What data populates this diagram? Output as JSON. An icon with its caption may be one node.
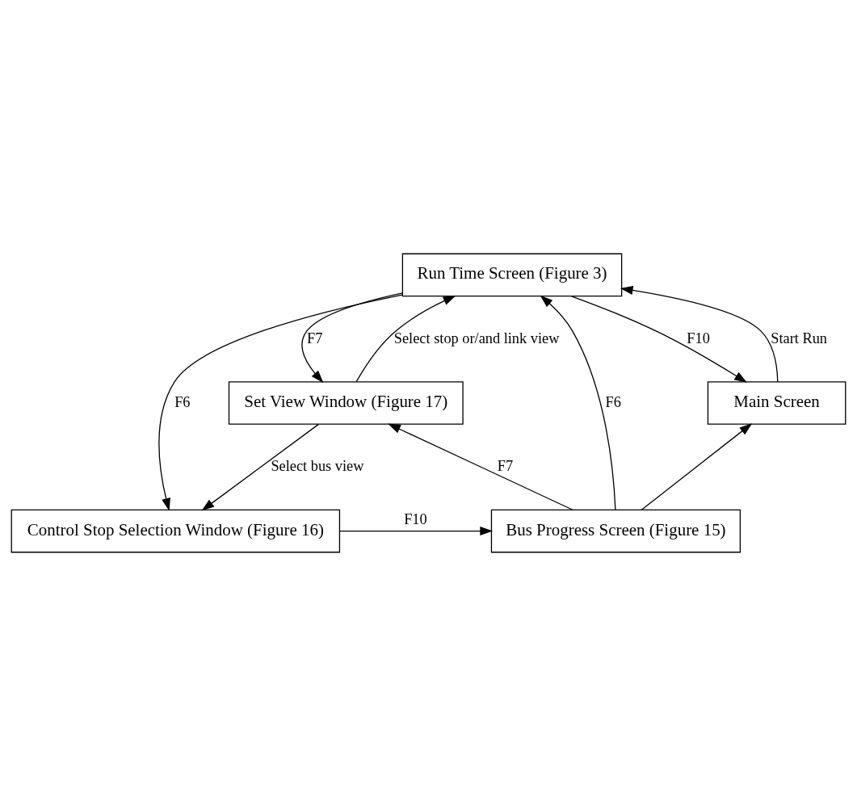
{
  "diagram": {
    "nodes": [
      {
        "text": [
          "Run Time Screen (Figure 3)"
        ]
      },
      {
        "text": [
          "Set View Window (Figure 17)"
        ]
      },
      {
        "text": [
          "Main Screen"
        ]
      },
      {
        "text": [
          "Control Stop Selection Window (Figure 16)"
        ]
      },
      {
        "text": [
          "Bus Progress Screen (Figure 15)"
        ]
      }
    ],
    "edges": [
      {
        "from": 0,
        "to": 1,
        "arrow": "to",
        "label": "F7"
      },
      {
        "from": 1,
        "to": 0,
        "arrow": "to",
        "label": "Select stop or/and link view"
      },
      {
        "from": 2,
        "to": 0,
        "arrow": "to",
        "label": "Start Run"
      },
      {
        "from": 0,
        "to": 2,
        "arrow": "to",
        "label": "F10"
      },
      {
        "from": 0,
        "to": 3,
        "arrow": "to",
        "label": "F6"
      },
      {
        "from": 4,
        "to": 0,
        "arrow": "to",
        "label": "F6"
      },
      {
        "from": 1,
        "to": 3,
        "arrow": "to",
        "label": "Select bus view"
      },
      {
        "from": 3,
        "to": 4,
        "arrow": "to",
        "label": "F10"
      },
      {
        "from": 4,
        "to": 2,
        "arrow": "to"
      },
      {
        "from": 4,
        "to": 1,
        "arrow": "to",
        "label": "F7"
      }
    ]
  }
}
